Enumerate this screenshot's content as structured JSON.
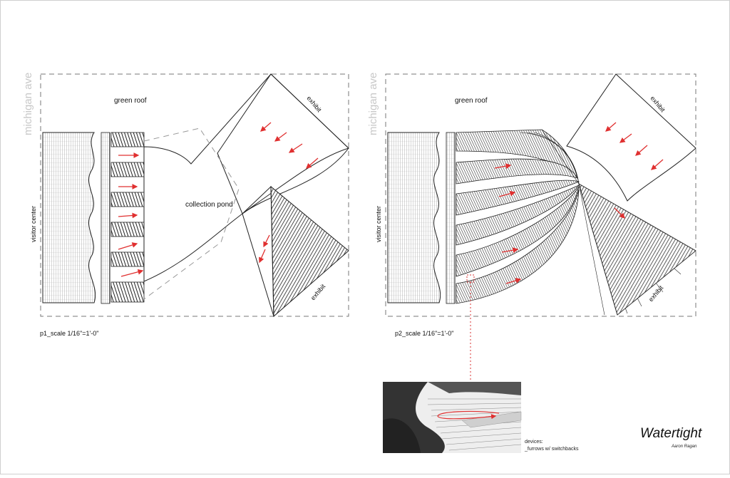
{
  "plan1": {
    "street": "michigan ave",
    "green_roof": "green roof",
    "visitor_center": "visitor center",
    "exhibit_top": "exhibit",
    "exhibit_bottom": "exhibit",
    "collection_pond": "collection pond",
    "scale": "p1_scale 1/16\"=1'-0\""
  },
  "plan2": {
    "street": "michigan ave",
    "green_roof": "green roof",
    "visitor_center": "visitor center",
    "exhibit_top": "exhibit",
    "exhibit_bottom": "exhibit",
    "scale": "p2_scale 1/16\"=1'-0\""
  },
  "detail": {
    "devices_line1": "devices:",
    "devices_line2": "_furrows w/ switchbacks"
  },
  "title": {
    "main": "Watertight",
    "author": "Aaron Ragan"
  },
  "colors": {
    "arrow": "#e03030",
    "leader": "#d83030",
    "ink": "#1a1a1a",
    "boundary": "#777777",
    "street_text": "#c8c8c8"
  },
  "icons": {
    "flow_arrow": "red-flow-arrow-icon"
  }
}
